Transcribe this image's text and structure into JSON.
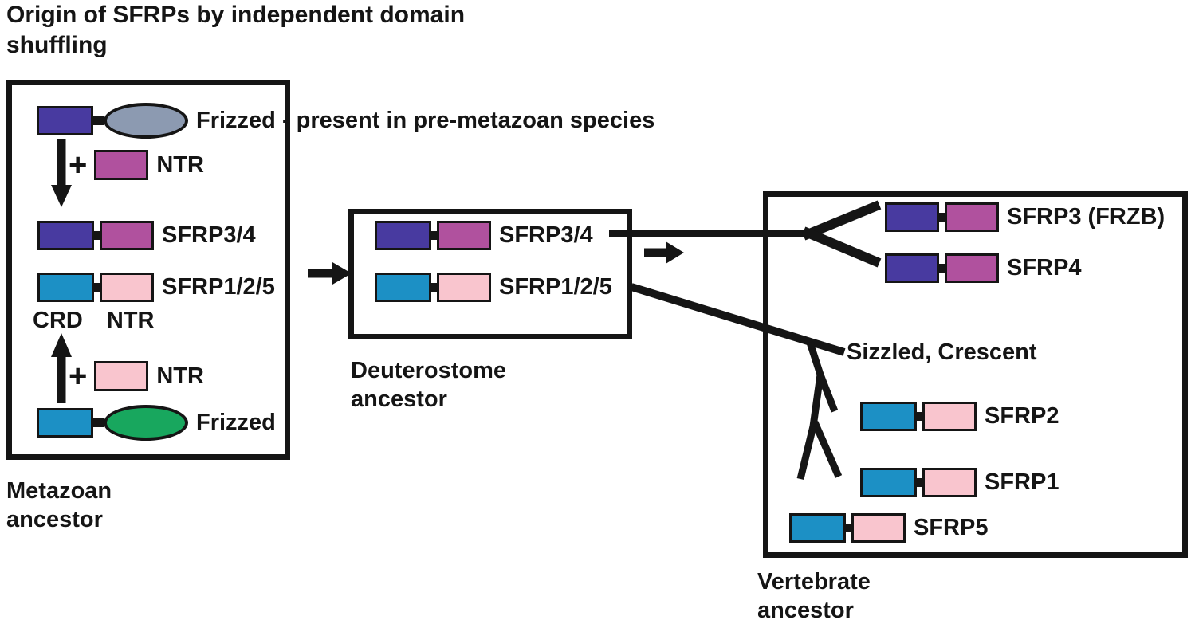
{
  "title": "Origin of SFRPs by independent domain shuffling",
  "colors": {
    "purple": "#483aa0",
    "gray_blue": "#8c9ab1",
    "magenta": "#b0519e",
    "blue": "#1c90c5",
    "pink": "#f9c5ce",
    "green": "#18a75e"
  },
  "metazoan": {
    "caption": "Metazoan ancestor",
    "frizzled_top_label": "Frizzed - present in pre-metazoan species",
    "plus": "+",
    "ntr_magenta_label": "NTR",
    "sfrp34_label": "SFRP3/4",
    "sfrp125_label": "SFRP1/2/5",
    "crd_caption": "CRD",
    "ntr_caption": "NTR",
    "ntr_pink_label": "NTR",
    "frizzled_bottom_label": "Frizzed"
  },
  "deuterostome": {
    "caption": "Deuterostome ancestor",
    "sfrp34_label": "SFRP3/4",
    "sfrp125_label": "SFRP1/2/5"
  },
  "vertebrate": {
    "caption": "Vertebrate ancestor",
    "sfrp3_label": "SFRP3 (FRZB)",
    "sfrp4_label": "SFRP4",
    "sizzled_label": "Sizzled, Crescent",
    "sfrp2_label": "SFRP2",
    "sfrp1_label": "SFRP1",
    "sfrp5_label": "SFRP5"
  }
}
